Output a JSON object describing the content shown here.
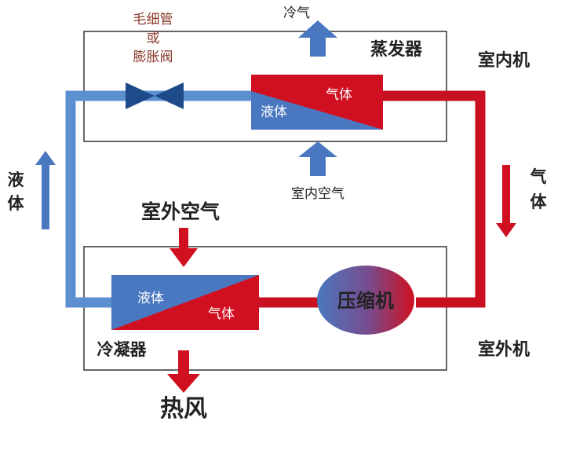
{
  "labels": {
    "capillary_line1": "毛细管",
    "capillary_line2": "或",
    "capillary_line3": "膨胀阀",
    "cold_air": "冷气",
    "evaporator": "蒸发器",
    "indoor_unit": "室内机",
    "evap_gas": "气体",
    "evap_liquid": "液体",
    "indoor_air": "室内空气",
    "left_liquid_1": "液",
    "left_liquid_2": "体",
    "right_gas_1": "气",
    "right_gas_2": "体",
    "outdoor_air": "室外空气",
    "cond_liquid": "液体",
    "cond_gas": "气体",
    "compressor": "压缩机",
    "condenser": "冷凝器",
    "outdoor_unit": "室外机",
    "hot_wind": "热风"
  },
  "colors": {
    "liquid_blue": "#4a78c0",
    "pipe_blue": "#5b8fd0",
    "gas_red": "#d01020",
    "pipe_red": "#c81020",
    "capillary_text": "#8a3a2a",
    "valve_blue": "#1d4b8a"
  }
}
